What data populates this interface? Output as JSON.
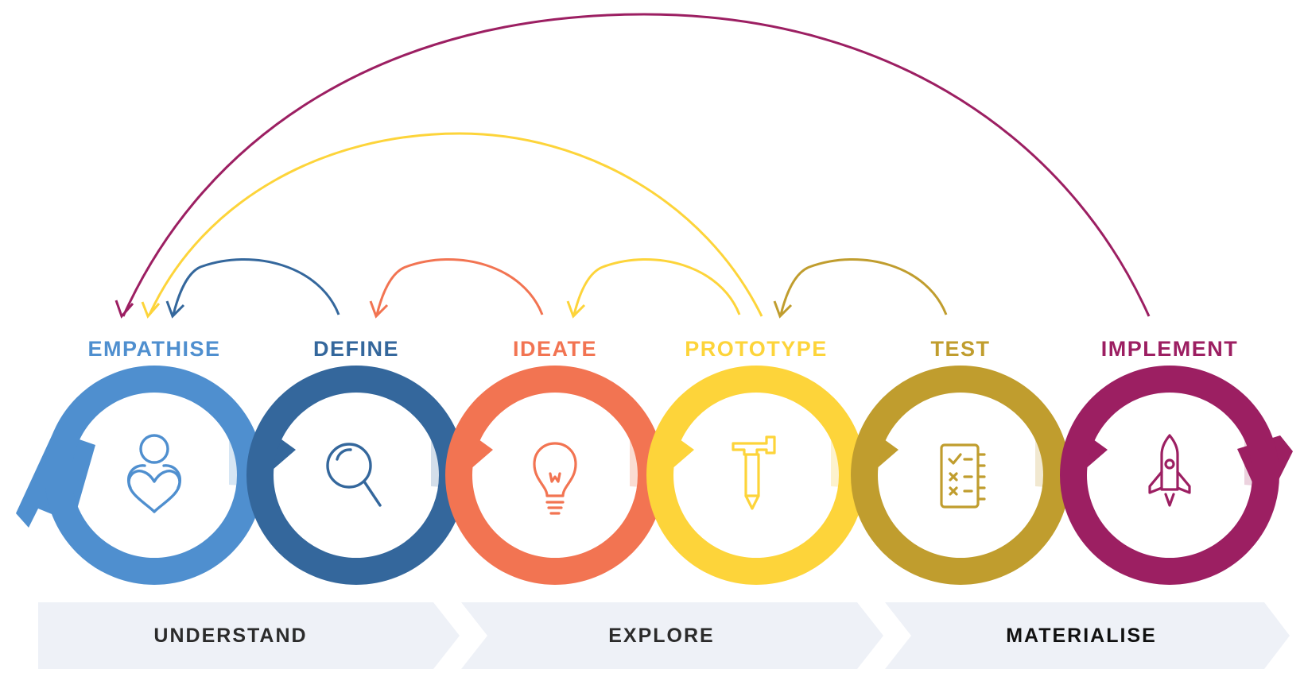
{
  "stages": [
    {
      "label": "EMPATHISE",
      "color": "#4f8fcf",
      "light": "#d6e6f4",
      "icon": "person-heart-icon"
    },
    {
      "label": "DEFINE",
      "color": "#34679c",
      "light": "#d3deea",
      "icon": "magnifier-icon"
    },
    {
      "label": "IDEATE",
      "color": "#f27452",
      "light": "#fbdcd2",
      "icon": "lightbulb-icon"
    },
    {
      "label": "PROTOTYPE",
      "color": "#fdd43a",
      "light": "#fdf2cd",
      "icon": "hammer-pencil-icon"
    },
    {
      "label": "TEST",
      "color": "#c09d2e",
      "light": "#f1e8d0",
      "icon": "checklist-icon"
    },
    {
      "label": "IMPLEMENT",
      "color": "#9c1f62",
      "light": "#ecd2de",
      "icon": "rocket-icon"
    }
  ],
  "phases": [
    {
      "label": "UNDERSTAND"
    },
    {
      "label": "EXPLORE"
    },
    {
      "label": "MATERIALISE"
    }
  ],
  "feedback_arrows": [
    {
      "from": "DEFINE",
      "to": "EMPATHISE",
      "color": "#34679c"
    },
    {
      "from": "IDEATE",
      "to": "DEFINE",
      "color": "#f27452"
    },
    {
      "from": "PROTOTYPE",
      "to": "IDEATE",
      "color": "#fdd43a"
    },
    {
      "from": "TEST",
      "to": "PROTOTYPE",
      "color": "#c09d2e"
    },
    {
      "from": "PROTOTYPE",
      "to": "EMPATHISE",
      "color": "#fdd43a"
    },
    {
      "from": "IMPLEMENT",
      "to": "EMPATHISE",
      "color": "#9c1f62"
    }
  ]
}
